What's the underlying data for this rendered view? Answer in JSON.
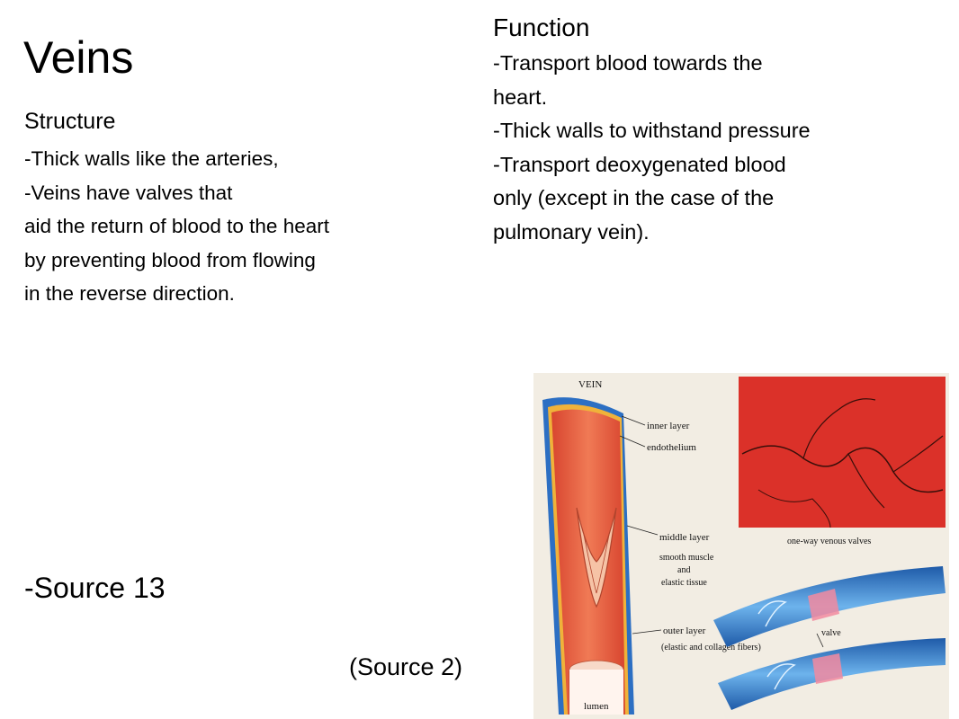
{
  "slide": {
    "title": "Veins",
    "structure": {
      "heading": "Structure",
      "lines": [
        "-Thick walls like the arteries,",
        "-Veins have valves that",
        "aid the return of blood to the heart",
        "by preventing blood from flowing",
        "in the reverse direction."
      ]
    },
    "function": {
      "heading": "Function",
      "lines": [
        "-Transport blood towards the",
        "heart.",
        "-Thick walls to withstand pressure",
        "-Transport deoxygenated blood",
        "only (except in the case of the",
        "pulmonary vein)."
      ]
    },
    "source13": "-Source 13",
    "source2": "(Source 2)"
  },
  "figure": {
    "vein_label": "VEIN",
    "inner_layer": "inner layer",
    "endothelium": "endothelium",
    "middle_layer": "middle layer",
    "smooth_muscle": "smooth muscle",
    "and_word": "and",
    "elastic_tissue": "elastic tissue",
    "outer_layer": "outer layer",
    "outer_fibers": "(elastic and collagen fibers)",
    "lumen": "lumen",
    "valves_caption": "one-way venous valves",
    "valve": "valve",
    "colors": {
      "background": "#f2ede3",
      "vessel_red": "#e9573c",
      "outer_blue": "#2c6fc3",
      "micro_red": "#e2352c"
    }
  }
}
